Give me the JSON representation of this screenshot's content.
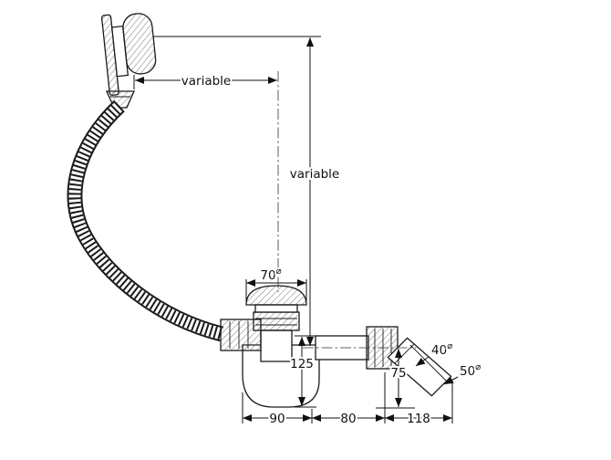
{
  "figure": {
    "type": "technical-drawing-bath-waste-overflow",
    "dimensions": {
      "overflow_horizontal": "variable",
      "overflow_vertical": "variable",
      "plug": {
        "value": "70",
        "symbol": "⌀"
      },
      "body_height": "125",
      "outlet_drop": "75",
      "elbow_inner": {
        "value": "40",
        "symbol": "⌀"
      },
      "elbow_outer": {
        "value": "50",
        "symbol": "⌀"
      },
      "span_trap": "90",
      "span_pipe": "80",
      "span_outlet": "118"
    },
    "colors": {
      "line": "#1a1a1a",
      "background": "#ffffff"
    }
  }
}
